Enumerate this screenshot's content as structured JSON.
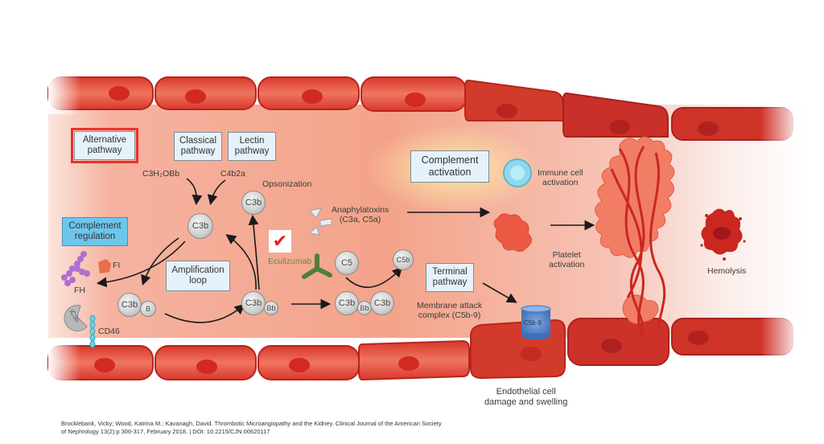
{
  "diagram": {
    "pathways": {
      "alternative": "Alternative\npathway",
      "classical": "Classical\npathway",
      "lectin": "Lectin\npathway",
      "complement_regulation": "Complement\nregulation",
      "amplification": "Amplification\nloop",
      "complement_activation": "Complement\nactivation",
      "terminal": "Terminal\npathway"
    },
    "labels": {
      "c3h2obb": "C3H₂OBb",
      "c4b2a": "C4b2a",
      "opsonization": "Opsonization",
      "anaphylatoxins": "Anaphylatoxins\n(C3a, C5a)",
      "eculizumab": "Eculizumab",
      "fi": "FI",
      "fh": "FH",
      "cd46": "CD46",
      "mac": "Membrane attack\ncomplex (C5b-9)",
      "immune_cell": "Immune cell\nactivation",
      "platelet": "Platelet\nactivation",
      "hemolysis": "Hemolysis",
      "endothelial": "Endothelial cell\ndamage and swelling"
    },
    "molecules": {
      "c3b": "C3b",
      "b": "B",
      "bb": "Bb",
      "c5": "C5",
      "c5b": "C5b",
      "ic3b": "iC3b",
      "c5b9": "C5b-9"
    },
    "check_mark": "✔",
    "colors": {
      "vessel_red": "#d9362a",
      "lumen": "#f3a08a",
      "highlight_box": "#e8322a",
      "regulation_box": "#6cc6ee",
      "eculizumab_green": "#4f7f3c"
    }
  },
  "citation": "Brocklebank, Vicky; Wood, Katrina M.; Kavanagh, David. Thrombotic Microangiopathy and the Kidney. Clinical Journal of the American Society\nof Nephrology 13(2):p 300-317, February 2018. | DOI: 10.2215/CJN.00620117"
}
